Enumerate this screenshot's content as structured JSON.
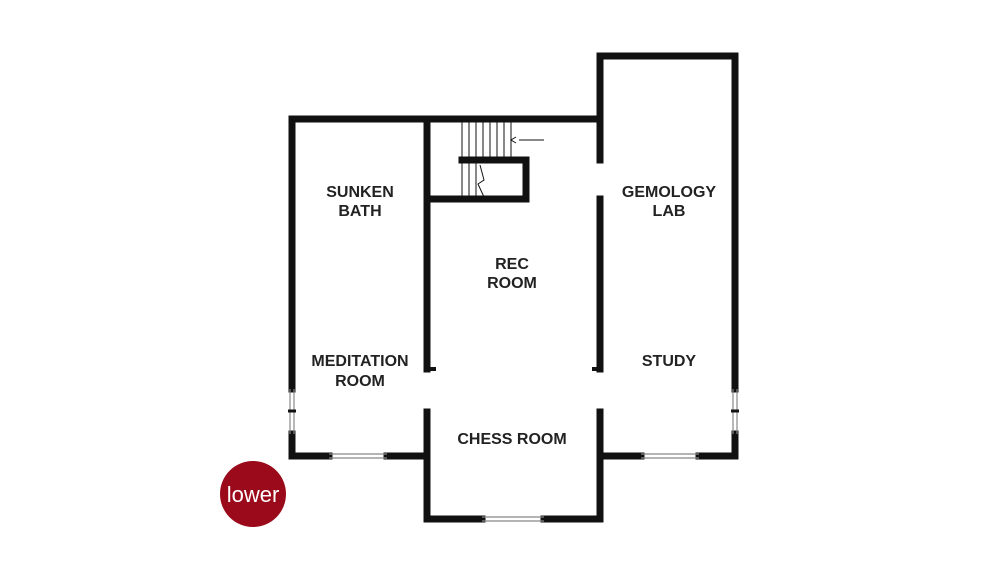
{
  "rooms": {
    "sunken_bath": {
      "line1": "SUNKEN",
      "line2": "BATH"
    },
    "gemology_lab": {
      "line1": "GEMOLOGY",
      "line2": "LAB"
    },
    "rec_room": {
      "line1": "REC",
      "line2": "ROOM"
    },
    "meditation_room": {
      "line1": "MEDITATION",
      "line2": "ROOM"
    },
    "study": {
      "label": "STUDY"
    },
    "chess_room": {
      "label": "CHESS ROOM"
    }
  },
  "level_badge": {
    "label": "lower",
    "color": "#9b0a1a"
  },
  "colors": {
    "wall": "#111111",
    "window": "#888888",
    "text": "#222222"
  }
}
